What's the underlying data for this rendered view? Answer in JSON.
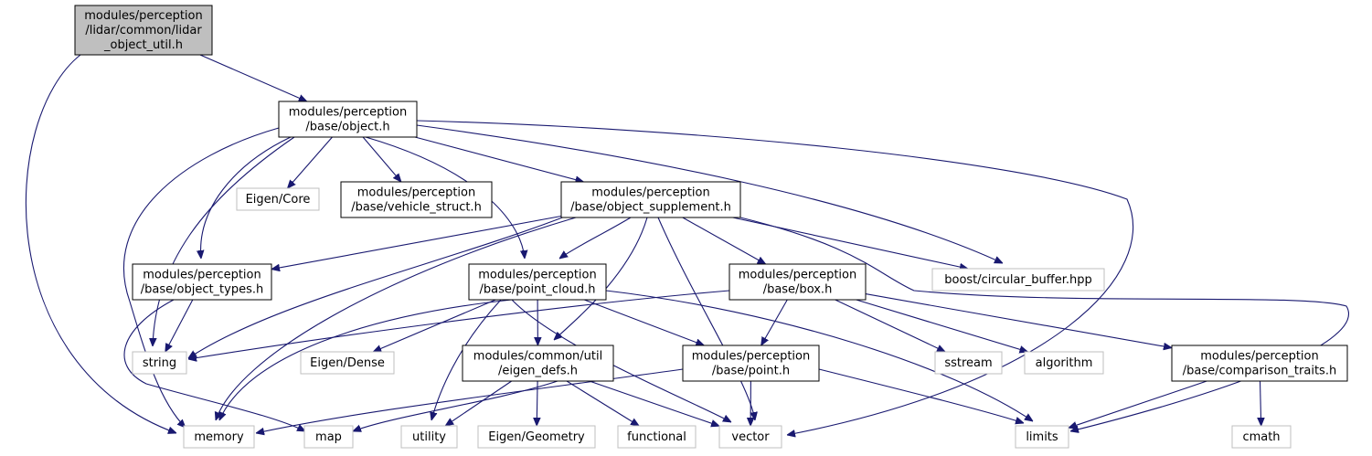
{
  "colors": {
    "edge": "#191970",
    "root_fill": "#bfbfbf",
    "internal_border": "#000000",
    "external_border": "#bfbfbf",
    "background": "#ffffff"
  },
  "nodes": [
    {
      "id": "root",
      "lines": [
        "modules/perception",
        "/lidar/common/lidar",
        "_object_util.h"
      ],
      "kind": "root"
    },
    {
      "id": "object",
      "lines": [
        "modules/perception",
        "/base/object.h"
      ],
      "kind": "internal"
    },
    {
      "id": "eigen_core",
      "lines": [
        "Eigen/Core"
      ],
      "kind": "external"
    },
    {
      "id": "vehicle_struct",
      "lines": [
        "modules/perception",
        "/base/vehicle_struct.h"
      ],
      "kind": "internal"
    },
    {
      "id": "object_supplement",
      "lines": [
        "modules/perception",
        "/base/object_supplement.h"
      ],
      "kind": "internal"
    },
    {
      "id": "object_types",
      "lines": [
        "modules/perception",
        "/base/object_types.h"
      ],
      "kind": "internal"
    },
    {
      "id": "point_cloud",
      "lines": [
        "modules/perception",
        "/base/point_cloud.h"
      ],
      "kind": "internal"
    },
    {
      "id": "box",
      "lines": [
        "modules/perception",
        "/base/box.h"
      ],
      "kind": "internal"
    },
    {
      "id": "circular_buffer",
      "lines": [
        "boost/circular_buffer.hpp"
      ],
      "kind": "external"
    },
    {
      "id": "string",
      "lines": [
        "string"
      ],
      "kind": "external"
    },
    {
      "id": "eigen_dense",
      "lines": [
        "Eigen/Dense"
      ],
      "kind": "external"
    },
    {
      "id": "eigen_defs",
      "lines": [
        "modules/common/util",
        "/eigen_defs.h"
      ],
      "kind": "internal"
    },
    {
      "id": "point",
      "lines": [
        "modules/perception",
        "/base/point.h"
      ],
      "kind": "internal"
    },
    {
      "id": "sstream",
      "lines": [
        "sstream"
      ],
      "kind": "external"
    },
    {
      "id": "algorithm",
      "lines": [
        "algorithm"
      ],
      "kind": "external"
    },
    {
      "id": "comparison_traits",
      "lines": [
        "modules/perception",
        "/base/comparison_traits.h"
      ],
      "kind": "internal"
    },
    {
      "id": "memory",
      "lines": [
        "memory"
      ],
      "kind": "external"
    },
    {
      "id": "map",
      "lines": [
        "map"
      ],
      "kind": "external"
    },
    {
      "id": "utility",
      "lines": [
        "utility"
      ],
      "kind": "external"
    },
    {
      "id": "eigen_geometry",
      "lines": [
        "Eigen/Geometry"
      ],
      "kind": "external"
    },
    {
      "id": "functional",
      "lines": [
        "functional"
      ],
      "kind": "external"
    },
    {
      "id": "vector",
      "lines": [
        "vector"
      ],
      "kind": "external"
    },
    {
      "id": "limits",
      "lines": [
        "limits"
      ],
      "kind": "external"
    },
    {
      "id": "cmath",
      "lines": [
        "cmath"
      ],
      "kind": "external"
    }
  ],
  "edges": [
    {
      "from": "root",
      "to": "object"
    },
    {
      "from": "root",
      "to": "memory"
    },
    {
      "from": "object",
      "to": "eigen_core"
    },
    {
      "from": "object",
      "to": "vehicle_struct"
    },
    {
      "from": "object",
      "to": "object_supplement"
    },
    {
      "from": "object",
      "to": "object_types"
    },
    {
      "from": "object",
      "to": "point_cloud"
    },
    {
      "from": "object",
      "to": "circular_buffer"
    },
    {
      "from": "object",
      "to": "string"
    },
    {
      "from": "object",
      "to": "memory"
    },
    {
      "from": "object",
      "to": "vector"
    },
    {
      "from": "object_supplement",
      "to": "object_types"
    },
    {
      "from": "object_supplement",
      "to": "point_cloud"
    },
    {
      "from": "object_supplement",
      "to": "box"
    },
    {
      "from": "object_supplement",
      "to": "circular_buffer"
    },
    {
      "from": "object_supplement",
      "to": "string"
    },
    {
      "from": "object_supplement",
      "to": "memory"
    },
    {
      "from": "object_supplement",
      "to": "eigen_defs"
    },
    {
      "from": "object_supplement",
      "to": "vector"
    },
    {
      "from": "object_supplement",
      "to": "limits"
    },
    {
      "from": "object_types",
      "to": "string"
    },
    {
      "from": "object_types",
      "to": "map"
    },
    {
      "from": "point_cloud",
      "to": "eigen_dense"
    },
    {
      "from": "point_cloud",
      "to": "eigen_defs"
    },
    {
      "from": "point_cloud",
      "to": "point"
    },
    {
      "from": "point_cloud",
      "to": "memory"
    },
    {
      "from": "point_cloud",
      "to": "utility"
    },
    {
      "from": "point_cloud",
      "to": "vector"
    },
    {
      "from": "point_cloud",
      "to": "limits"
    },
    {
      "from": "box",
      "to": "string"
    },
    {
      "from": "box",
      "to": "point"
    },
    {
      "from": "box",
      "to": "sstream"
    },
    {
      "from": "box",
      "to": "algorithm"
    },
    {
      "from": "box",
      "to": "comparison_traits"
    },
    {
      "from": "eigen_defs",
      "to": "map"
    },
    {
      "from": "eigen_defs",
      "to": "utility"
    },
    {
      "from": "eigen_defs",
      "to": "eigen_geometry"
    },
    {
      "from": "eigen_defs",
      "to": "functional"
    },
    {
      "from": "eigen_defs",
      "to": "vector"
    },
    {
      "from": "point",
      "to": "memory"
    },
    {
      "from": "point",
      "to": "vector"
    },
    {
      "from": "point",
      "to": "limits"
    },
    {
      "from": "comparison_traits",
      "to": "limits"
    },
    {
      "from": "comparison_traits",
      "to": "cmath"
    }
  ]
}
